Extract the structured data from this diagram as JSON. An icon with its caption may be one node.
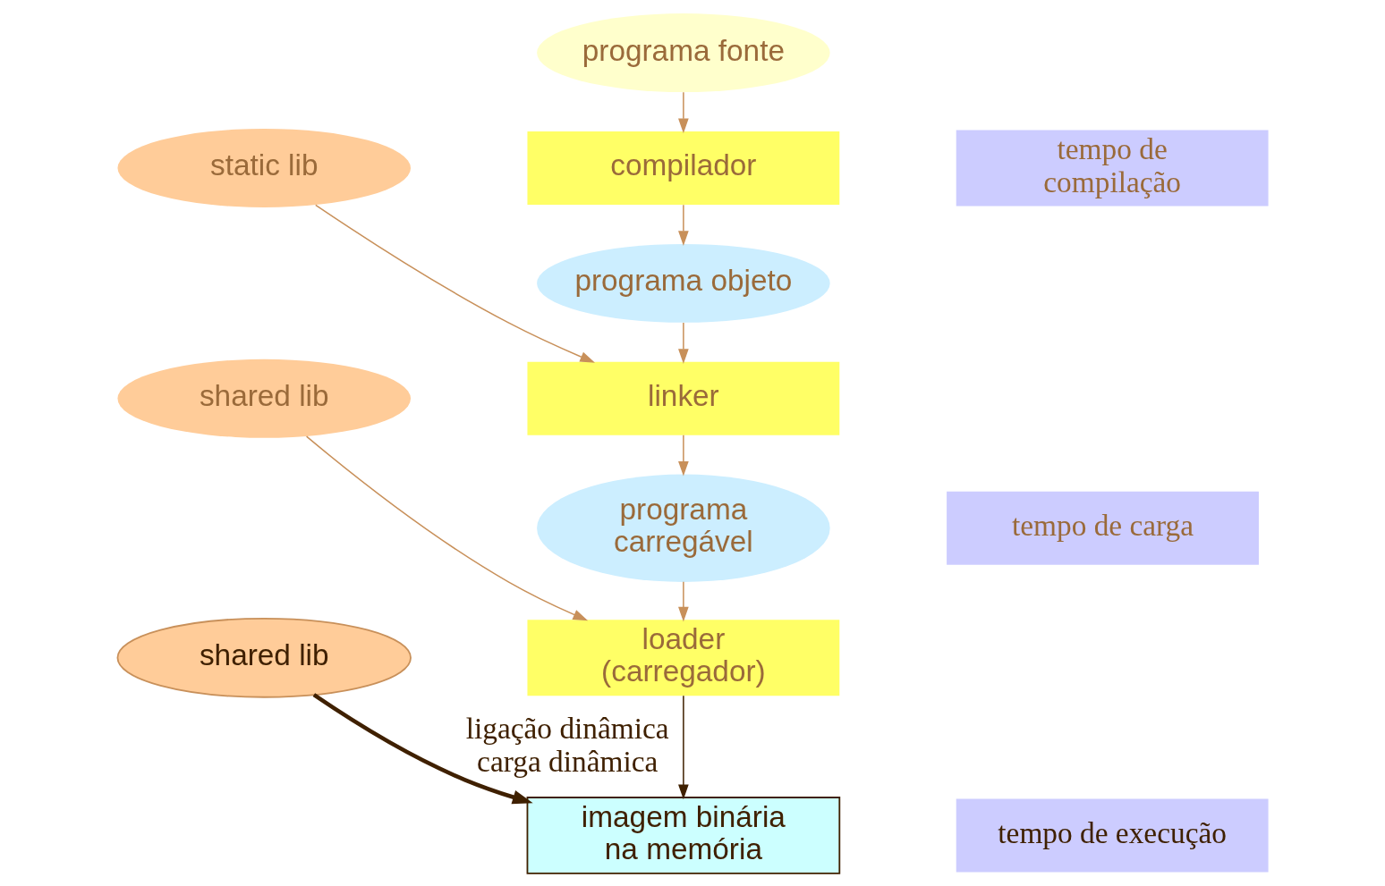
{
  "diagram": {
    "nodes": [
      {
        "text": [
          "programa fonte"
        ]
      },
      {
        "text": [
          "compilador"
        ]
      },
      {
        "text": [
          "static lib"
        ]
      },
      {
        "text": [
          "tempo de compilação"
        ]
      },
      {
        "text": [
          "programa objeto"
        ]
      },
      {
        "text": [
          "shared lib"
        ]
      },
      {
        "text": [
          "linker"
        ]
      },
      {
        "text": [
          "programa carregável"
        ]
      },
      {
        "text": [
          "tempo de carga"
        ]
      },
      {
        "text": [
          "shared lib"
        ]
      },
      {
        "text": [
          "loader (carregador)"
        ]
      },
      {
        "text": [
          "imagem binária na memória"
        ]
      },
      {
        "text": [
          "tempo de execução"
        ]
      }
    ],
    "edges": [
      {
        "from": 0,
        "to": 1,
        "arrow": "to"
      },
      {
        "from": 1,
        "to": 4,
        "arrow": "to"
      },
      {
        "from": 4,
        "to": 6,
        "arrow": "to"
      },
      {
        "from": 2,
        "to": 6,
        "arrow": "to"
      },
      {
        "from": 6,
        "to": 7,
        "arrow": "to"
      },
      {
        "from": 7,
        "to": 10,
        "arrow": "to"
      },
      {
        "from": 5,
        "to": 10,
        "arrow": "to"
      },
      {
        "from": 10,
        "to": 11,
        "arrow": "to",
        "color": "#3f2000"
      },
      {
        "from": 9,
        "to": 11,
        "arrow": "to",
        "style": "thick",
        "color": "#3f2000",
        "label": "ligação dinâmica carga dinâmica"
      }
    ]
  }
}
